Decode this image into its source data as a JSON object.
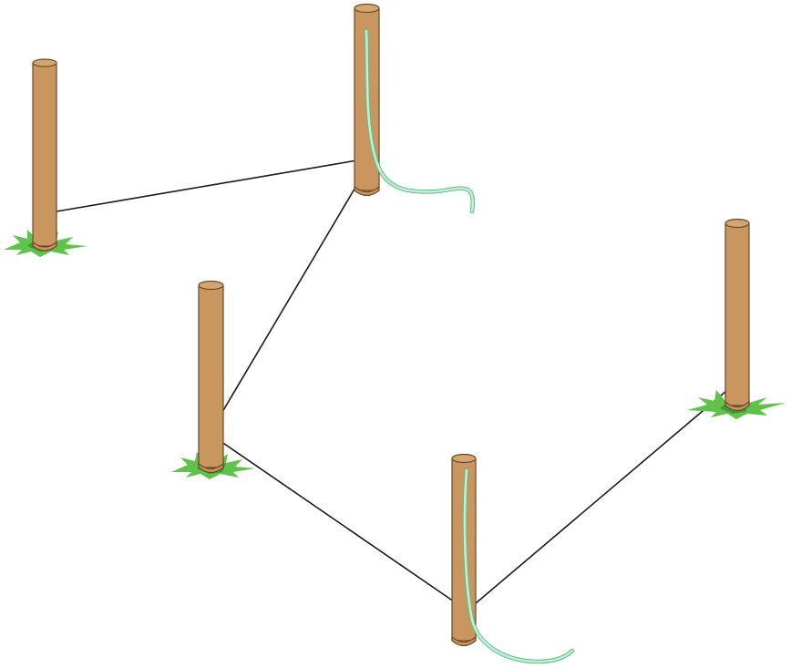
{
  "diagram": {
    "posts": [
      {
        "id": "post-top-left",
        "has_grass": true,
        "has_hose": false
      },
      {
        "id": "post-top-center",
        "has_grass": false,
        "has_hose": true
      },
      {
        "id": "post-middle-left",
        "has_grass": true,
        "has_hose": false
      },
      {
        "id": "post-bottom-center",
        "has_grass": false,
        "has_hose": true
      },
      {
        "id": "post-right",
        "has_grass": true,
        "has_hose": false
      }
    ],
    "cords": [
      {
        "from": "post-top-left",
        "to": "post-top-center"
      },
      {
        "from": "post-top-center",
        "to": "post-middle-left"
      },
      {
        "from": "post-middle-left",
        "to": "post-bottom-center"
      },
      {
        "from": "post-bottom-center",
        "to": "post-right"
      }
    ],
    "colors": {
      "background": "#ffffff",
      "post_fill": "#c8965e",
      "post_top": "#d4a56d",
      "post_edge": "#6b4a2b",
      "grass_fill": "#5fc24a",
      "grass_dark": "#3f9a34",
      "cord": "#1a1a1a",
      "hose_fill": "#bff0d4",
      "hose_edge": "#5fb98a"
    }
  }
}
